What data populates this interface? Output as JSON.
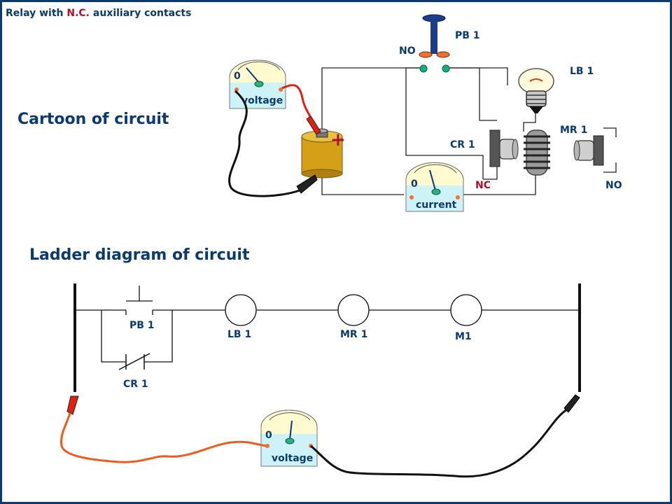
{
  "title": {
    "prefix": "Relay with ",
    "highlight": "N.C.",
    "suffix": " auxiliary contacts"
  },
  "headings": {
    "cartoon": "Cartoon of circuit",
    "ladder": "Ladder diagram of circuit"
  },
  "cartoon": {
    "pb_label": "PB 1",
    "no_top_label": "NO",
    "lb_label": "LB 1",
    "mr_label": "MR 1",
    "cr_label": "CR 1",
    "nc_label": "NC",
    "no_right_label": "NO",
    "battery_plus": "+",
    "voltmeter_label": "voltage",
    "voltmeter_zero": "0",
    "ammeter_label": "current",
    "ammeter_zero": "0"
  },
  "ladder": {
    "pb_label": "PB 1",
    "cr_label": "CR 1",
    "lb_label": "LB 1",
    "mr_label": "MR 1",
    "m_label": "M1",
    "voltmeter_label": "voltage",
    "voltmeter_zero": "0"
  },
  "colors": {
    "accent": "#0b3a6e",
    "highlight": "#b0102c",
    "meter_face": "#cdf3f8",
    "meter_top": "#fffad0",
    "battery": "#d4a017",
    "lead_red": "#e02010",
    "lead_orange": "#f05a1e"
  }
}
